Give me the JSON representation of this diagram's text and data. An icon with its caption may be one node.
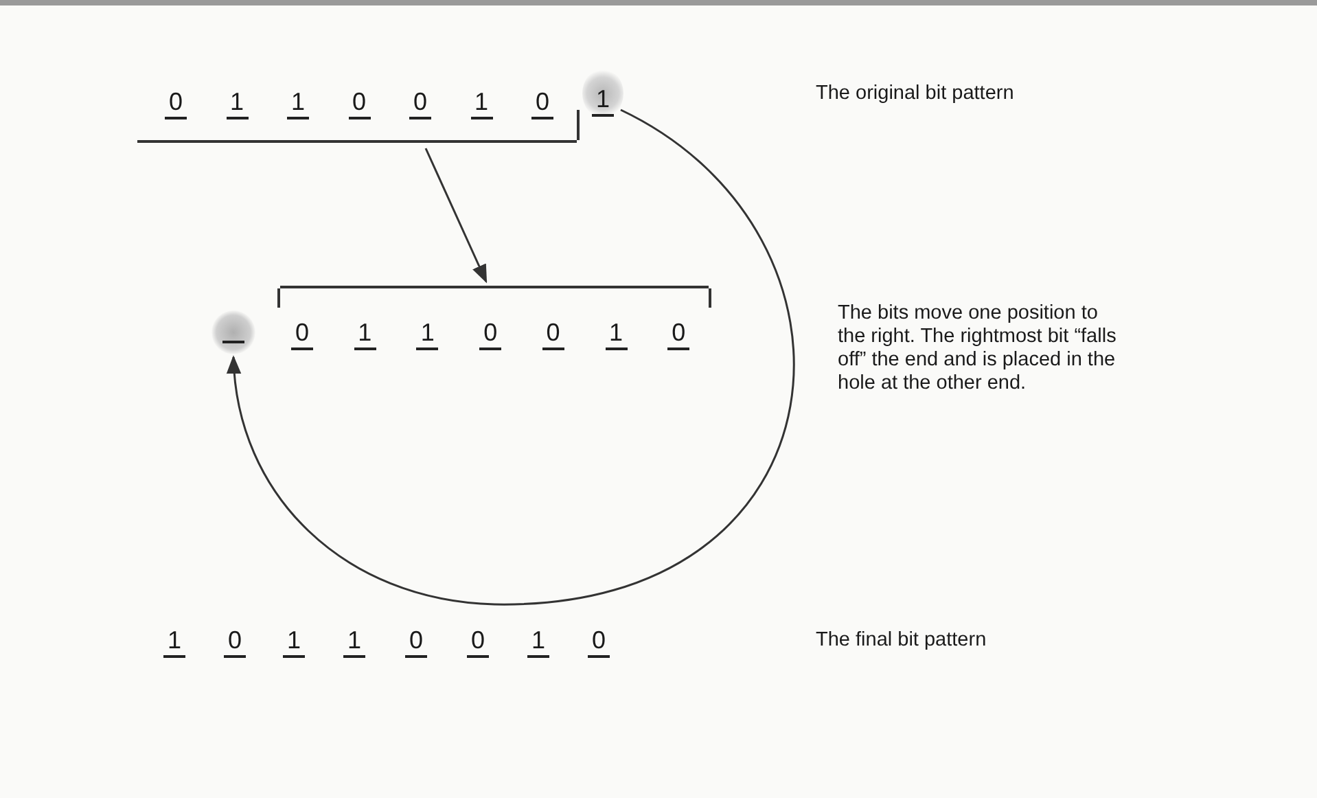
{
  "diagram": {
    "nodes": [
      {
        "text": [
          "0",
          "1",
          "1",
          "0",
          "0",
          "1",
          "0"
        ]
      },
      {
        "text": [
          "1"
        ]
      },
      {
        "text": [],
        "shape": "circle"
      },
      {
        "text": [
          "0",
          "1",
          "1",
          "0",
          "0",
          "1",
          "0"
        ]
      }
    ],
    "edges": [
      {
        "from": 0,
        "to": 3,
        "arrow": "to"
      },
      {
        "from": 1,
        "to": 2,
        "arrow": "to"
      }
    ],
    "labels": [
      "The original bit pattern",
      "The bits move one position to the right. The rightmost bit “falls off” the end and is placed in the hole at the other end.",
      "1",
      "0",
      "1",
      "1",
      "0",
      "0",
      "1",
      "0",
      "The final bit pattern"
    ]
  }
}
